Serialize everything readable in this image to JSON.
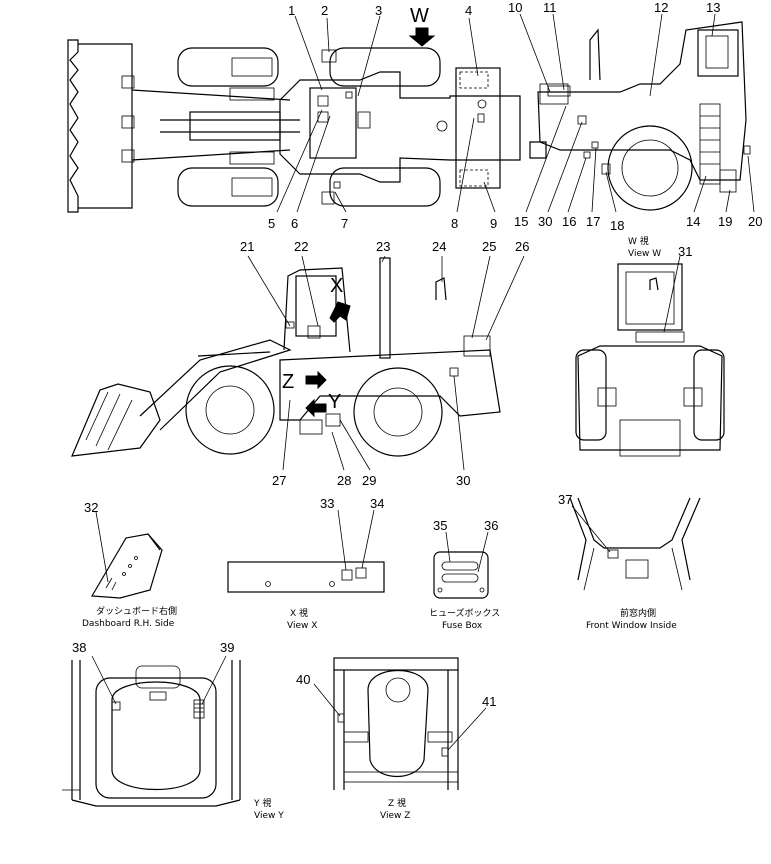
{
  "callouts": {
    "n1": "1",
    "n2": "2",
    "n3": "3",
    "n4": "4",
    "n5": "5",
    "n6": "6",
    "n7": "7",
    "n8": "8",
    "n9": "9",
    "n10": "10",
    "n11": "11",
    "n12": "12",
    "n13": "13",
    "n14": "14",
    "n15": "15",
    "n16": "16",
    "n17": "17",
    "n18": "18",
    "n19": "19",
    "n20": "20",
    "n21": "21",
    "n22": "22",
    "n23": "23",
    "n24": "24",
    "n25": "25",
    "n26": "26",
    "n27": "27",
    "n28": "28",
    "n29": "29",
    "n30": "30",
    "n30b": "30",
    "n31": "31",
    "n32": "32",
    "n33": "33",
    "n34": "34",
    "n35": "35",
    "n36": "36",
    "n37": "37",
    "n38": "38",
    "n39": "39",
    "n40": "40",
    "n41": "41"
  },
  "view_letters": {
    "w": "W",
    "x": "X",
    "y": "Y",
    "z": "Z"
  },
  "captions": {
    "view_w_jp": "W 視",
    "view_w_en": "View W",
    "dashboard_jp": "ダッシュボード右側",
    "dashboard_en": "Dashboard R.H. Side",
    "view_x_jp": "X 視",
    "view_x_en": "View X",
    "fuse_jp": "ヒューズボックス",
    "fuse_en": "Fuse Box",
    "front_jp": "前窓内側",
    "front_en": "Front Window Inside",
    "view_y_jp": "Y 視",
    "view_y_en": "View Y",
    "view_z_jp": "Z 視",
    "view_z_en": "View Z"
  }
}
